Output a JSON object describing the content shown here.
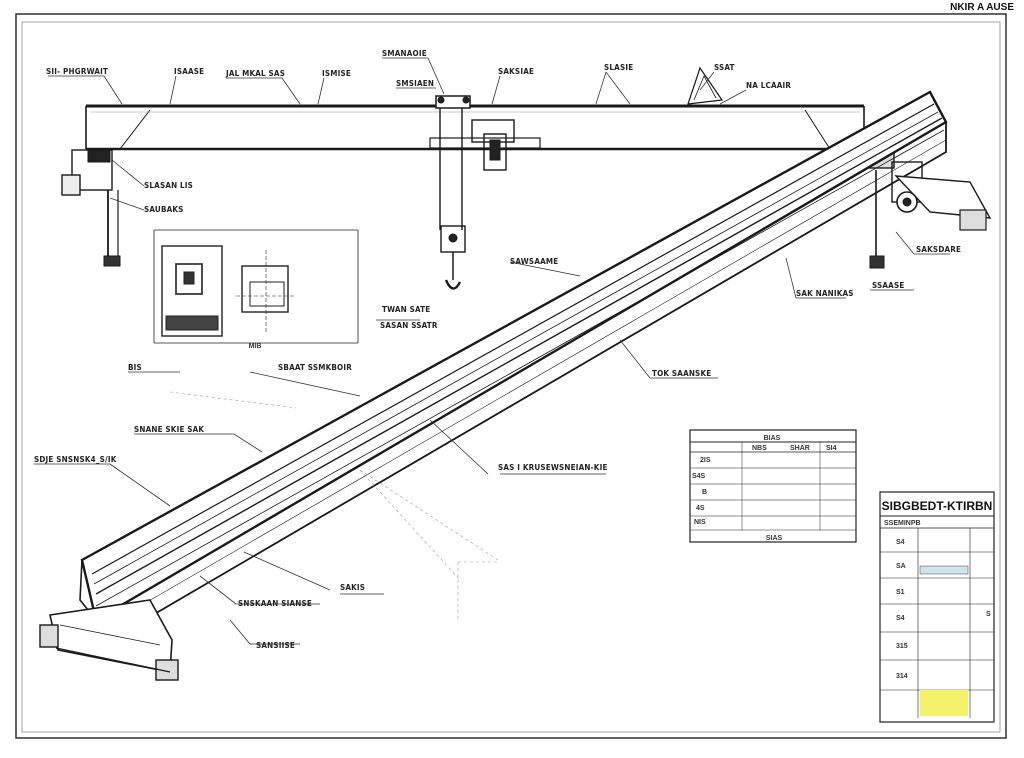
{
  "sheet": {
    "corner_text": "NKIR A AUSE"
  },
  "labels": {
    "top_left_1": "SII- PHGRWAIT",
    "top_left_2": "ISAASE",
    "top_left_3": "JAL MKAL SAS",
    "top_left_4": "ISMISE",
    "top_center_1": "SMANAOIE",
    "top_center_2": "SMSIAEN",
    "top_center_3": "SAKSIAE",
    "top_right_1": "SLASIE",
    "top_right_2": "SSAT",
    "top_right_3": "NA LCAAIR",
    "left_leg_1": "SLASAN LIS",
    "left_leg_2": "SAUBAKS",
    "detail_1": "SAWSAAME",
    "detail_2": "TWAN SATE",
    "detail_3": "SASAN SSATR",
    "detail_4": "BIS",
    "detail_5": "SBAAT SSMKBOIR",
    "mid_right_1": "SAK NANIKAS",
    "mid_right_2": "SSAASE",
    "mid_right_3": "SAKSDARE",
    "mid_right_4": "TOK SAANSKE",
    "left_mid_1": "SNANE SKIE SAK",
    "left_mid_2": "SDJE SNSNSK4_S/IK",
    "center_1": "SAS I KRUSEWSNEIAN-KIE",
    "bottom_1": "SAKIS",
    "bottom_2": "SNSKAAN SIANSE",
    "bottom_3": "SANSIISE",
    "detail_caption": "MIB"
  },
  "schedule_table": {
    "header": "BIAS",
    "col_labels": [
      "NBS",
      "SHAR",
      "SI4"
    ],
    "rows": [
      "2IS",
      "S4S",
      "B",
      "4S",
      "NIS"
    ],
    "footer": "SIAS"
  },
  "title_block": {
    "title": "SIBGBEDT-KTIRBN",
    "subtitle": "SSEMINPB",
    "row_labels": [
      "S4",
      "SA",
      "S1",
      "S4",
      "315",
      "314"
    ],
    "side_mark": "S"
  },
  "colors": {
    "line": "#1a1a1a",
    "highlight": "#f4f26a",
    "grid": "#888888"
  }
}
